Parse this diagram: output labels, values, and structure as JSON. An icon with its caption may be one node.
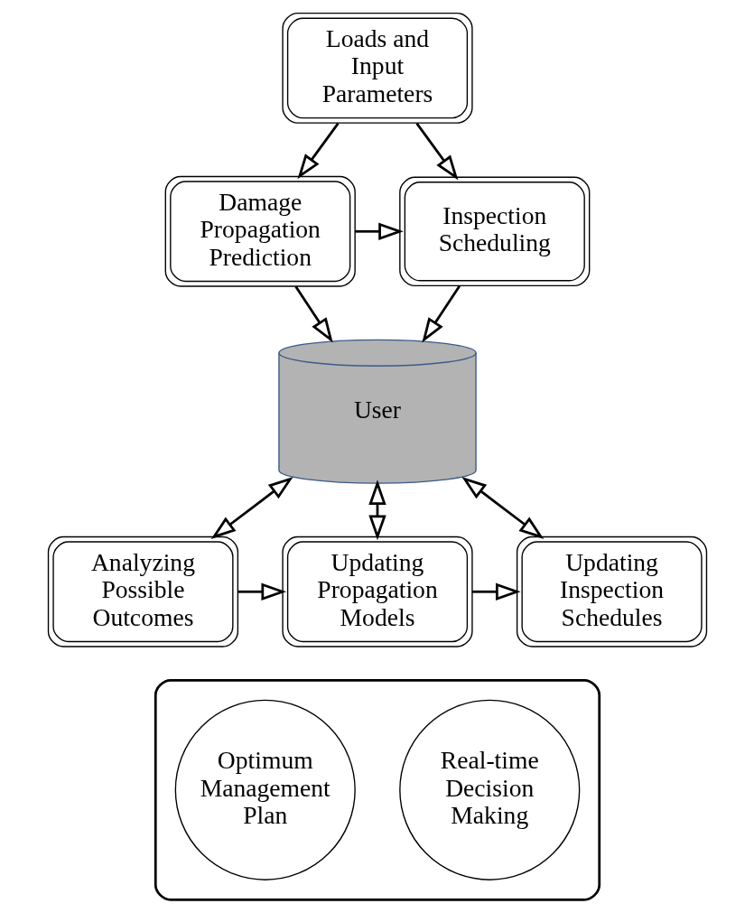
{
  "diagram": {
    "nodes": [
      {
        "text": [
          "Loads and Input Parameters"
        ]
      },
      {
        "text": [
          "Damage Propagation Prediction"
        ]
      },
      {
        "text": [
          "Inspection Scheduling"
        ]
      },
      {
        "text": [
          "User"
        ]
      },
      {
        "text": [
          "Analyzing Possible Outcomes"
        ]
      },
      {
        "text": [
          "Updating Propagation Models"
        ]
      },
      {
        "text": [
          "Updating Inspection Schedules"
        ]
      },
      {
        "text": [],
        "shape": "box"
      },
      {
        "text": [
          "Optimum Management Plan"
        ],
        "in": 7
      },
      {
        "text": [
          "Real-time Decision Making"
        ],
        "in": 7
      }
    ],
    "edges": [
      {
        "from": 0,
        "to": 1,
        "arrow": "to"
      },
      {
        "from": 0,
        "to": 2,
        "arrow": "to"
      },
      {
        "from": 1,
        "to": 2,
        "arrow": "to"
      },
      {
        "from": 1,
        "to": 3,
        "arrow": "to"
      },
      {
        "from": 2,
        "to": 3,
        "arrow": "to"
      },
      {
        "from": 3,
        "to": 4,
        "arrow": "both"
      },
      {
        "from": 3,
        "to": 5,
        "arrow": "both"
      },
      {
        "from": 3,
        "to": 6,
        "arrow": "both"
      },
      {
        "from": 4,
        "to": 5,
        "arrow": "to"
      },
      {
        "from": 5,
        "to": 6,
        "arrow": "to"
      }
    ]
  }
}
